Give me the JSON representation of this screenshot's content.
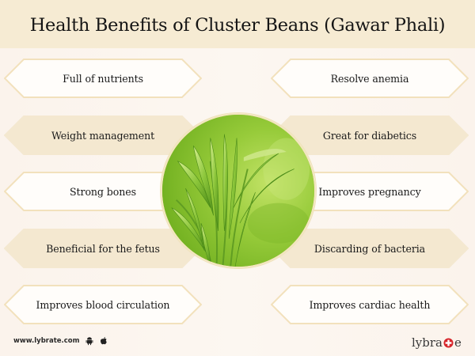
{
  "header": {
    "title": "Health Benefits of Cluster Beans (Gawar Phali)"
  },
  "colors": {
    "header_bg": "#f6ebd3",
    "page_bg": "#fbf4ee",
    "banner_white_fill": "#fffdfa",
    "banner_beige_fill": "#f4e8d0",
    "banner_stroke": "#f2e1bc",
    "brand_accent": "#d6262b"
  },
  "center_image": {
    "icon": "cluster-beans-photo"
  },
  "benefits": {
    "left": [
      {
        "label": "Full of nutrients",
        "style": "white"
      },
      {
        "label": "Weight management",
        "style": "beige"
      },
      {
        "label": "Strong bones",
        "style": "white"
      },
      {
        "label": "Beneficial for the fetus",
        "style": "beige"
      },
      {
        "label": "Improves blood circulation",
        "style": "white"
      }
    ],
    "right": [
      {
        "label": "Resolve anemia",
        "style": "white"
      },
      {
        "label": "Great for diabetics",
        "style": "beige"
      },
      {
        "label": "Improves pregnancy",
        "style": "white"
      },
      {
        "label": "Discarding of bacteria",
        "style": "beige"
      },
      {
        "label": "Improves cardiac health",
        "style": "white"
      }
    ]
  },
  "footer": {
    "url": "www.lybrate.com",
    "icons": [
      "android-icon",
      "apple-icon"
    ],
    "brand_prefix": "lybra",
    "brand_suffix": "e"
  }
}
